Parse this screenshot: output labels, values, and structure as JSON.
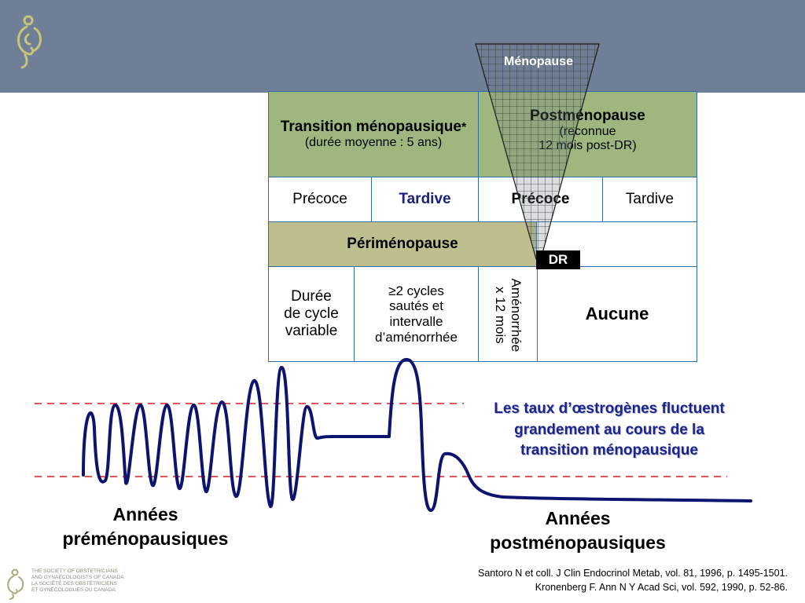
{
  "table": {
    "transition_title": "Transition ménopausique",
    "transition_star": "*",
    "transition_sub": "(durée moyenne : 5 ans)",
    "post_title": "Postménopause",
    "post_sub1": "(reconnue",
    "post_sub2": "12 mois post-DR)",
    "early1": "Précoce",
    "late1": "Tardive",
    "early2": "Précoce",
    "late2": "Tardive",
    "peri": "Périménopause",
    "cycle": [
      "Durée",
      "de cycle",
      "variable"
    ],
    "skipped": [
      "≥2 cycles",
      "sautés et",
      "intervalle",
      "d’aménorrhée"
    ],
    "amenorrhea": [
      "Aménorrhée",
      "x 12 mois"
    ],
    "none": "Aucune"
  },
  "menopause_label": "Ménopause",
  "dr_label": "DR",
  "annotation": [
    "Les taux d’œstrogènes fluctuent",
    "grandement au cours de la",
    "transition ménopausique"
  ],
  "pre_label": [
    "Années",
    "préménopausiques"
  ],
  "post_label": [
    "Années",
    "postménopausiques"
  ],
  "references": [
    "Santoro N et coll. J Clin Endocrinol Metab, vol. 81, 1996, p. 1495-1501.",
    "Kronenberg F. Ann N Y Acad Sci, vol. 592, 1990, p. 52-86."
  ],
  "logo_text": [
    "THE SOCIETY OF OBSTETRICIANS",
    "AND GYNAECOLOGISTS OF CANADA",
    "LA SOCIÉTÉ DES OBSTÉTRICIENS",
    "ET GYNÉCOLOGUES DU CANADA"
  ],
  "colors": {
    "header": "#6f7f98",
    "green_cell": "#9db77f",
    "olive_cell": "#bfbe8e",
    "table_border": "#2f6fa8",
    "curve": "#0d1470",
    "dashed_line": "#d21e1e",
    "annotation_text": "#1a2590"
  },
  "icons": [
    "society-logo-icon",
    "hatched-funnel-icon"
  ]
}
